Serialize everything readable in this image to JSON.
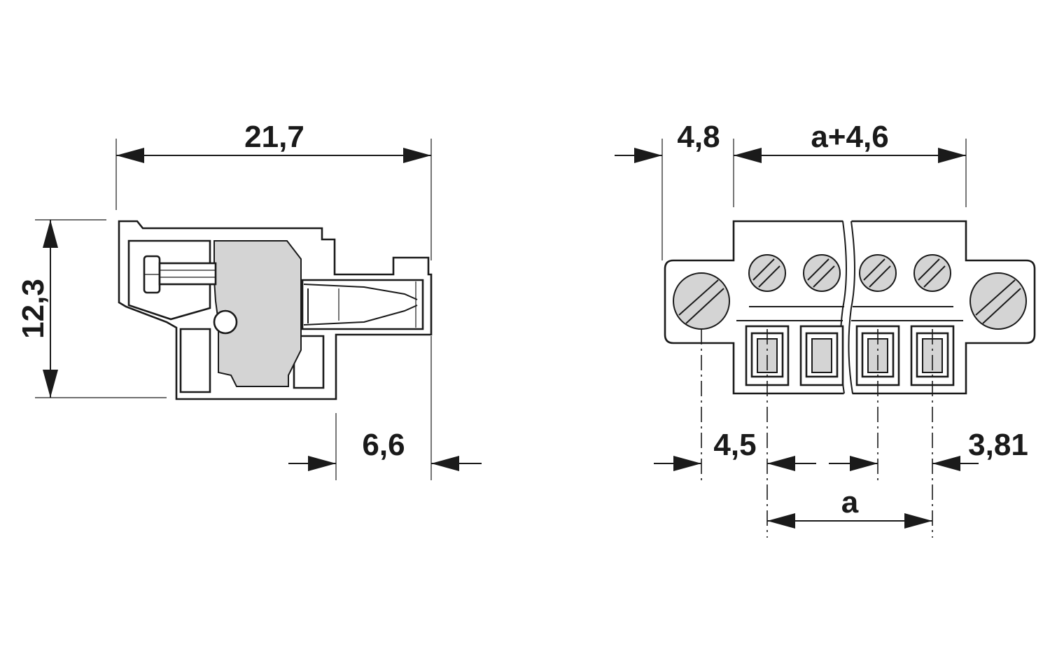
{
  "side_view": {
    "dim_length": "21,7",
    "dim_height": "12,3",
    "dim_depth": "6,6"
  },
  "front_view": {
    "dim_flange": "4,8",
    "dim_body": "a+4,6",
    "dim_offset": "4,5",
    "dim_pitch": "3,81",
    "dim_a": "a"
  },
  "colors": {
    "line": "#1a1a1a",
    "fill_shade": "#d4d4d4",
    "background": "#ffffff"
  }
}
